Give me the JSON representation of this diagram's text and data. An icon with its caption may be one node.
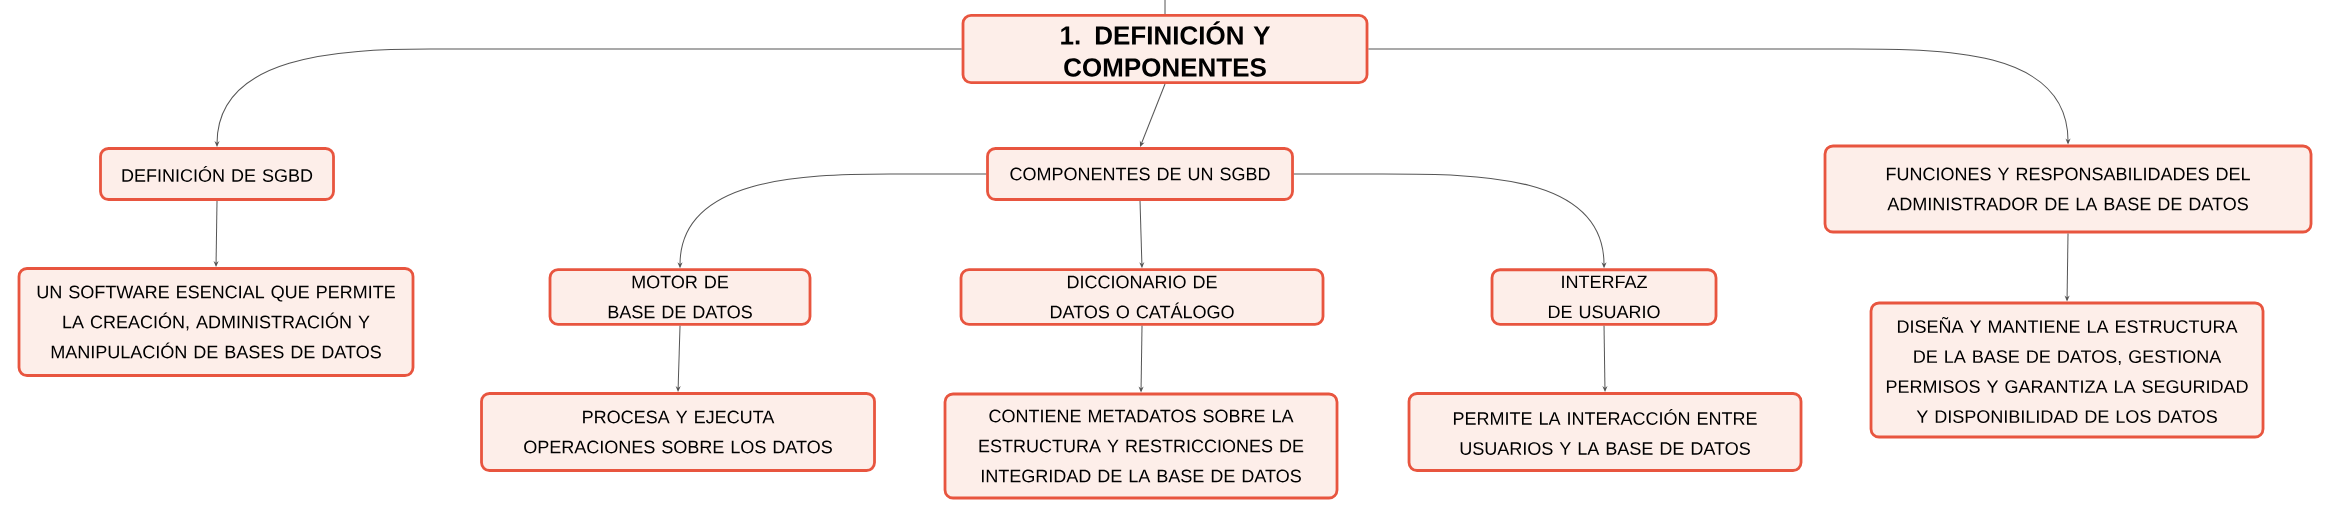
{
  "diagram": {
    "nodes": [
      {
        "text": [
          "1. DEFINICIÓN Y COMPONENTES"
        ]
      },
      {
        "text": [
          "DEFINICIÓN DE SGBD"
        ]
      },
      {
        "text": [
          "COMPONENTES DE UN SGBD"
        ]
      },
      {
        "text": [
          "FUNCIONES Y RESPONSABILIDADES DEL ADMINISTRADOR DE LA BASE DE DATOS"
        ]
      },
      {
        "text": [
          "UN SOFTWARE ESENCIAL QUE PERMITE LA CREACIÓN, ADMINISTRACIÓN Y MANIPULACIÓN DE BASES DE DATOS"
        ]
      },
      {
        "text": [
          "MOTOR DE BASE DE DATOS"
        ]
      },
      {
        "text": [
          "DICCIONARIO DE DATOS O CATÁLOGO"
        ]
      },
      {
        "text": [
          "INTERFAZ DE USUARIO"
        ]
      },
      {
        "text": [
          "PROCESA Y EJECUTA OPERACIONES SOBRE LOS DATOS"
        ]
      },
      {
        "text": [
          "CONTIENE METADATOS SOBRE LA ESTRUCTURA Y RESTRICCIONES DE INTEGRIDAD DE LA BASE DE DATOS"
        ]
      },
      {
        "text": [
          "PERMITE LA INTERACCIÓN ENTRE USUARIOS Y LA BASE DE DATOS"
        ]
      },
      {
        "text": [
          "DISEÑA Y MANTIENE LA ESTRUCTURA DE LA BASE DE DATOS, GESTIONA PERMISOS Y GARANTIZA LA SEGURIDAD Y DISPONIBILIDAD DE LOS DATOS"
        ]
      }
    ],
    "edges": [
      {
        "from": null,
        "to": 0,
        "arrow": "none"
      },
      {
        "from": 0,
        "to": 1,
        "arrow": "to"
      },
      {
        "from": 0,
        "to": 2,
        "arrow": "to"
      },
      {
        "from": 0,
        "to": 3,
        "arrow": "to"
      },
      {
        "from": 1,
        "to": 4,
        "arrow": "to"
      },
      {
        "from": 2,
        "to": 5,
        "arrow": "to"
      },
      {
        "from": 2,
        "to": 6,
        "arrow": "to"
      },
      {
        "from": 2,
        "to": 7,
        "arrow": "to"
      },
      {
        "from": 5,
        "to": 8,
        "arrow": "to"
      },
      {
        "from": 6,
        "to": 9,
        "arrow": "to"
      },
      {
        "from": 7,
        "to": 10,
        "arrow": "to"
      },
      {
        "from": 3,
        "to": 11,
        "arrow": "to"
      }
    ]
  }
}
